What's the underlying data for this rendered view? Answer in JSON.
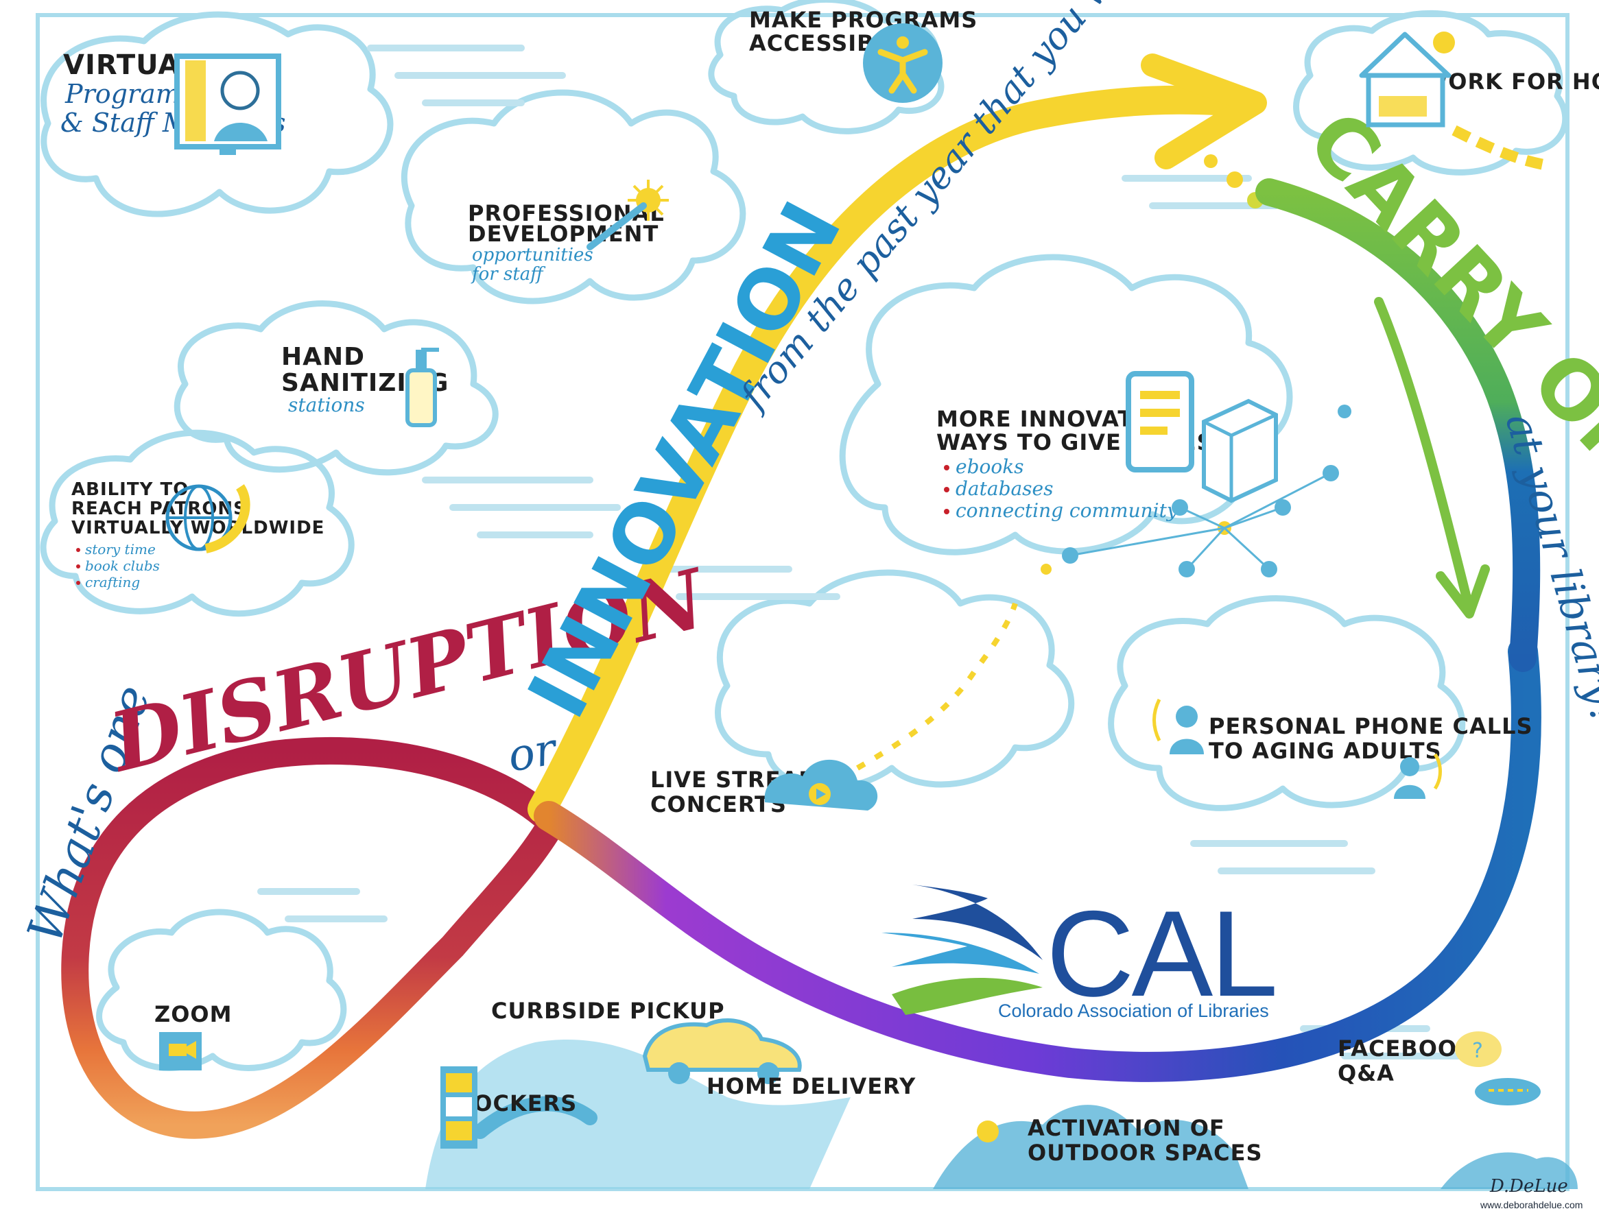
{
  "curve_words": {
    "prefix": "What's one",
    "disruption": "DISRUPTION",
    "or": "or",
    "innovation": "INNOVATION",
    "tail": "from the past year that you would like to",
    "carry_on": "CARRY ON",
    "at_your_library": "at your library?"
  },
  "items": {
    "virtual": {
      "title": "VIRTUAL",
      "line1": "Programming",
      "line2": "& Staff Meetings"
    },
    "make_programs": {
      "line1": "MAKE PROGRAMS",
      "line2": "ACCESSIBLE"
    },
    "work_for_home": "WORK FOR HOME",
    "professional_dev": {
      "line1": "PROFESSIONAL",
      "line2": "DEVELOPMENT",
      "note1": "opportunities",
      "note2": "for staff"
    },
    "hand_sanitizing": {
      "line1": "HAND",
      "line2": "SANITIZING",
      "note": "stations"
    },
    "ability": {
      "line1": "ABILITY TO",
      "line2": "REACH PATRONS",
      "line3": "VIRTUALLY WORLDWIDE",
      "bullets": [
        "story time",
        "book clubs",
        "crafting"
      ]
    },
    "innovative_access": {
      "line1": "MORE INNOVATIVE",
      "line2": "WAYS TO GIVE ACCESS",
      "bullets": [
        "ebooks",
        "databases",
        "connecting community"
      ]
    },
    "phone_calls": {
      "line1": "PERSONAL PHONE CALLS",
      "line2": "TO AGING ADULTS"
    },
    "live_stream": {
      "line1": "LIVE STREAM",
      "line2": "CONCERTS"
    },
    "zoom": "ZOOM",
    "curbside": "CURBSIDE PICKUP",
    "lockers": "LOCKERS",
    "home_delivery": "HOME DELIVERY",
    "facebook": {
      "line1": "FACEBOOK",
      "line2": "Q&A"
    },
    "outdoor": {
      "line1": "ACTIVATION OF",
      "line2": "OUTDOOR SPACES"
    }
  },
  "logo": {
    "name": "CAL",
    "subtitle": "Colorado Association of Libraries"
  },
  "signature": {
    "name": "D.DeLue",
    "url": "www.deborahdelue.com"
  },
  "colors": {
    "disruption": "#b01f45",
    "innovation": "#f6d42f",
    "carry_on": "#7cc142",
    "lower_curve_purple": "#8a3fd1",
    "lower_curve_blue": "#1f5fb0",
    "cloud_outline": "#a9dcec",
    "accent_blue": "#5ab4d8"
  }
}
